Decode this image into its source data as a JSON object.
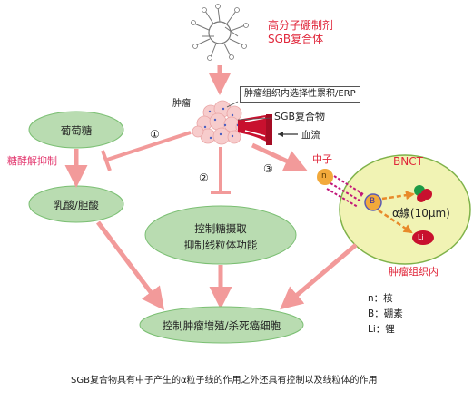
{
  "compound": {
    "line1": "高分子硼制剂",
    "line2": "SGB复合体"
  },
  "tumor_label": "肿瘤",
  "epr_box": "肿瘤组织内选择性累积/ERP",
  "sgb_label": "SGB复合物",
  "blood_label": "血流",
  "glucose": "葡萄糖",
  "glycolysis_inhibition": "糖酵解抑制",
  "lactate": "乳酸/胆酸",
  "steps": [
    "①",
    "②",
    "③"
  ],
  "middle_oval": {
    "line1": "控制糖摄取",
    "line2": "抑制线粒体功能"
  },
  "neutron_label": "中子",
  "neutron_symbol": "n",
  "bnct": {
    "title": "BNCT",
    "boron_symbol": "B",
    "alpha_label": "α線(10μm)",
    "li_symbol": "Li",
    "tissue_label": "肿瘤组织内"
  },
  "legend": [
    "n：核",
    "B：硼素",
    "Li：锂"
  ],
  "bottom_oval": "控制肿瘤增殖/杀死癌细胞",
  "caption": "SGB复合物具有中子产生的α粒子线的作用之外还具有控制以及线粒体的作用",
  "colors": {
    "arrow_pink": "#f29a9a",
    "oval_green": "#b9dcb1",
    "oval_edge": "#7bbf73",
    "bnct_fill": "#f1f3b4",
    "bnct_edge": "#7fb24a",
    "red_text": "#e0263a",
    "neutron_orange": "#f2a93b"
  }
}
